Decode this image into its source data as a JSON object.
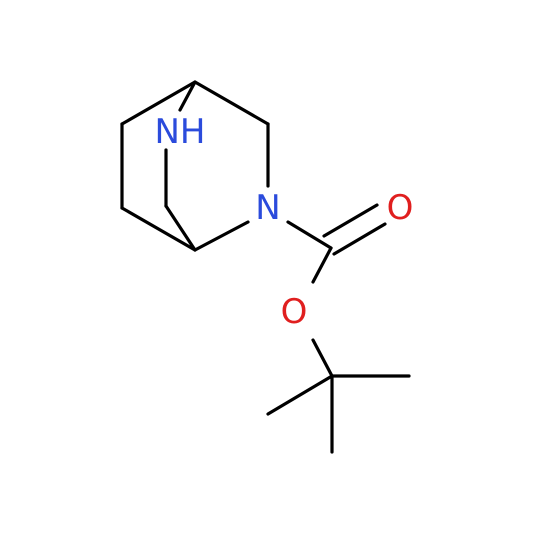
{
  "molecule": {
    "atoms": {
      "nh": {
        "label": "NH",
        "color": "#2b4bdc"
      },
      "n": {
        "label": "N",
        "color": "#2b4bdc"
      },
      "o_carbonyl": {
        "label": "O",
        "color": "#e01f1f"
      },
      "o_ester": {
        "label": "O",
        "color": "#e01f1f"
      }
    },
    "bond_color": "#000000"
  }
}
